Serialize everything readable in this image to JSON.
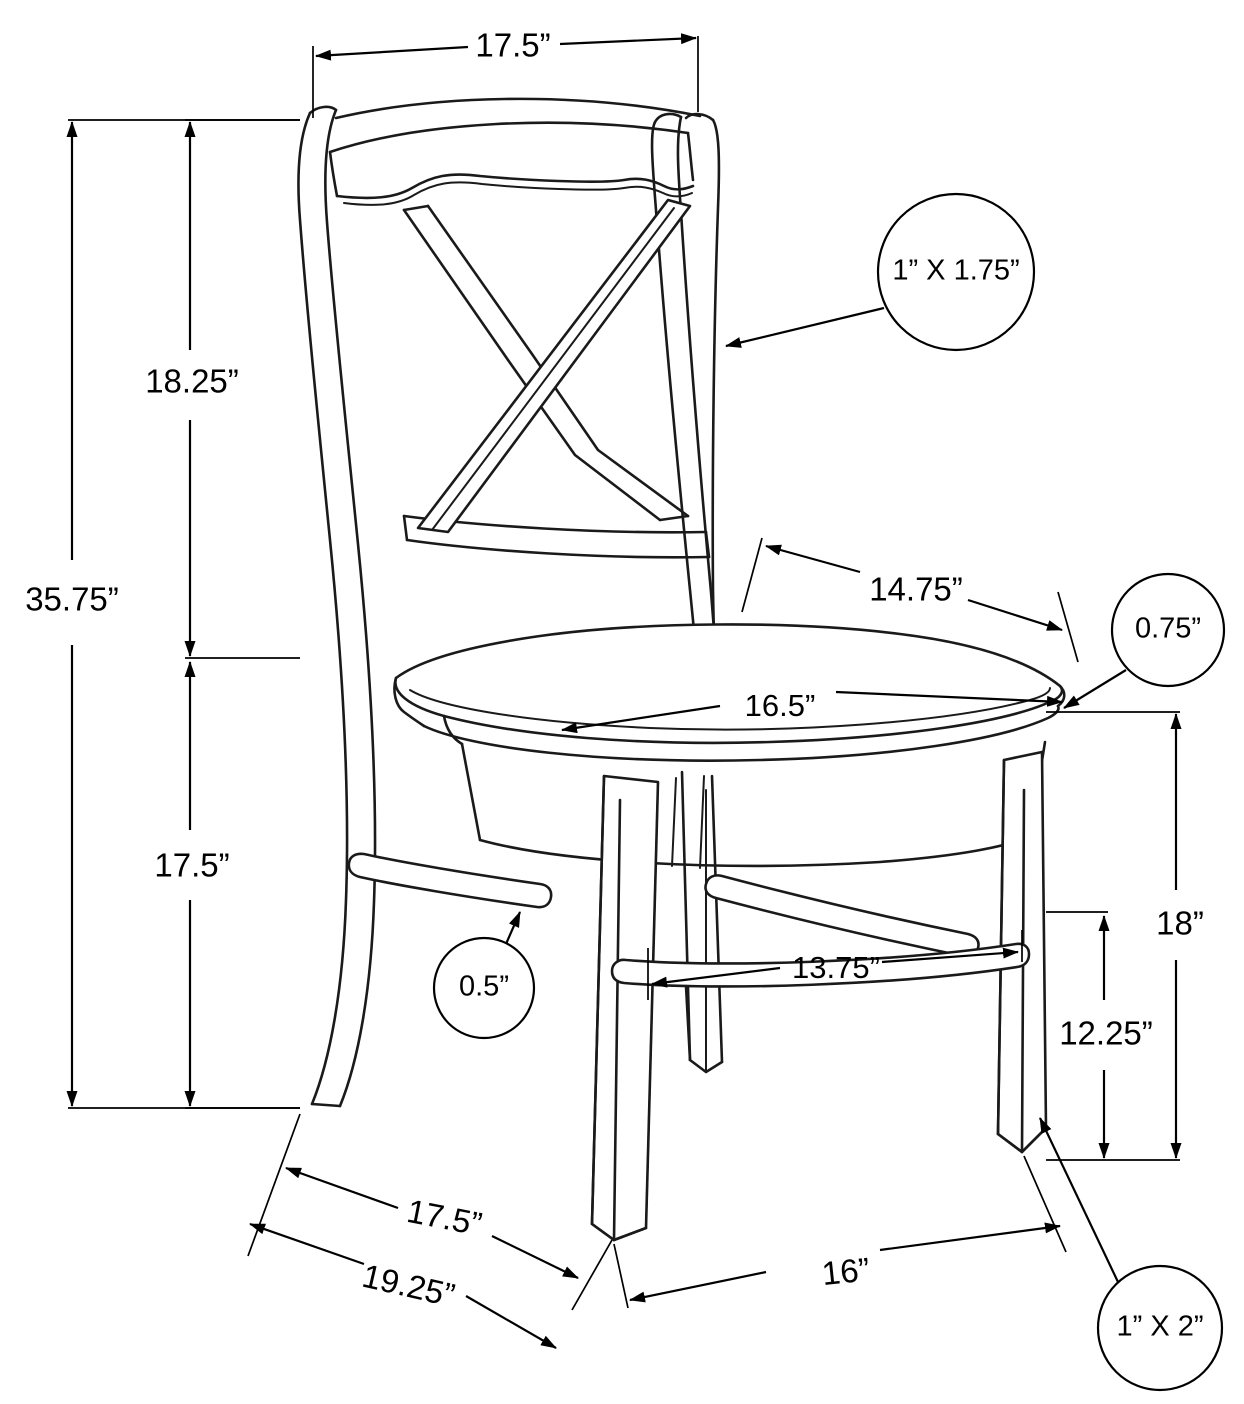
{
  "drawing": {
    "title": "Dining Chair Dimension Drawing",
    "units": "inches",
    "line_color": "#1a1a1a",
    "dim_color": "#000000",
    "background": "#ffffff"
  },
  "dimensions": {
    "top_width": "17.5”",
    "back_height": "18.25”",
    "overall_height": "35.75”",
    "seat_height": "17.5”",
    "seat_depth_top": "14.75”",
    "seat_width": "16.5”",
    "stretcher_width": "13.75”",
    "side_height_full": "18”",
    "side_height_lower": "12.25”",
    "base_depth_inner": "17.5”",
    "base_depth_outer": "19.25”",
    "base_width": "16”"
  },
  "callouts": {
    "back_post": "1” X 1.75”",
    "seat_edge": "0.75”",
    "stretcher": "0.5”",
    "front_leg": "1” X 2”"
  }
}
